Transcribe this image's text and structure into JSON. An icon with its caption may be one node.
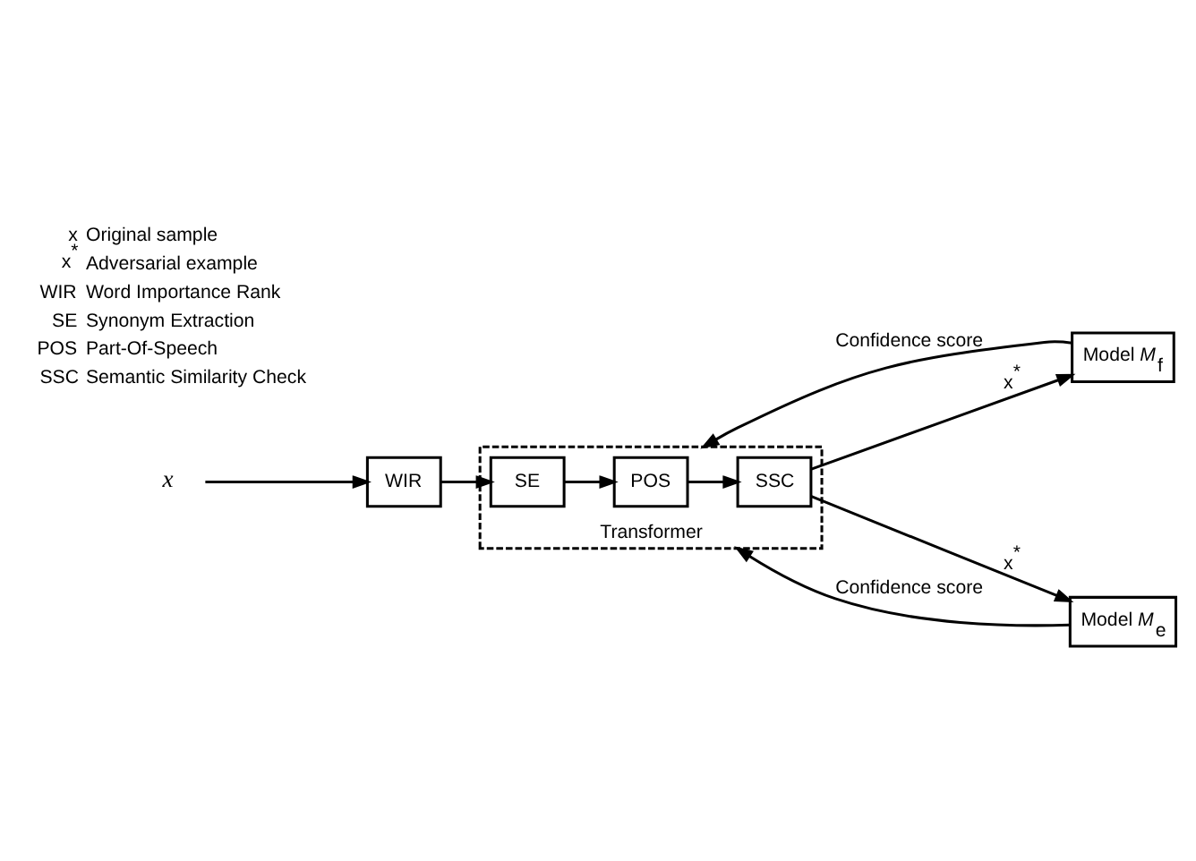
{
  "diagram": {
    "nodes": [
      {
        "text": [
          "x"
        ]
      },
      {
        "text": [
          "WIR"
        ]
      },
      {
        "text": [
          "Transformer"
        ]
      },
      {
        "text": [
          "SE"
        ],
        "in": 2
      },
      {
        "text": [
          "POS"
        ],
        "in": 2
      },
      {
        "text": [
          "SSC"
        ],
        "in": 2
      },
      {
        "text": [
          "Model *M*$_{f}$"
        ]
      },
      {
        "text": [
          "Model *M*$_{e}$"
        ]
      }
    ],
    "edges": [
      {
        "from": 0,
        "to": 1,
        "arrow": "to"
      },
      {
        "from": 1,
        "to": 3,
        "arrow": "to"
      },
      {
        "from": 3,
        "to": 4,
        "arrow": "to"
      },
      {
        "from": 4,
        "to": 5,
        "arrow": "to"
      },
      {
        "from": 5,
        "to": 6,
        "arrow": "to",
        "label": "x$^{*}$"
      },
      {
        "from": 5,
        "to": 7,
        "arrow": "to",
        "label": "x$^{*}$"
      },
      {
        "from": 6,
        "to": 2,
        "arrow": "to",
        "label": "Confidence score"
      },
      {
        "from": 7,
        "to": 2,
        "arrow": "to",
        "label": "Confidence score"
      }
    ],
    "labels": [
      "x",
      "Original sample",
      "x$^{*}$",
      "Adversarial example",
      "WIR",
      "Word Importance Rank",
      "SE",
      "Synonym Extraction",
      "POS",
      "Part-Of-Speech",
      "SSC",
      "Semantic Similarity Check"
    ]
  }
}
